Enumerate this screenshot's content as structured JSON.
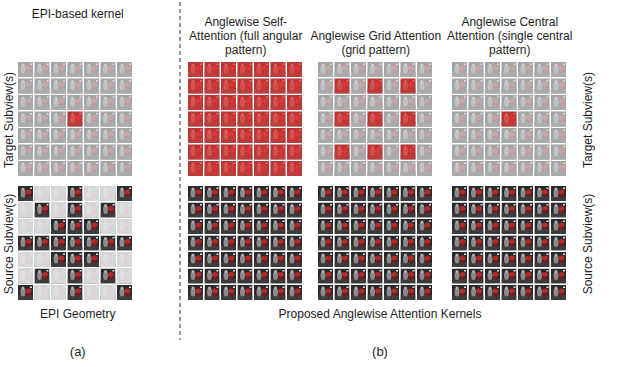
{
  "diagram": {
    "labels": [
      "EPI-based kernel",
      "Anglewise Self-Attention (full angular pattern)",
      "Anglewise Grid Attention (grid pattern)",
      "Anglewise Central Attention (single central pattern)",
      "Target Subview(s)",
      "Source Subview(s)",
      "Target Subview(s)",
      "Source Subview(s)",
      "EPI Geometry",
      "Proposed Anglewise Attention Kernels",
      "(a)",
      "(b)"
    ]
  }
}
